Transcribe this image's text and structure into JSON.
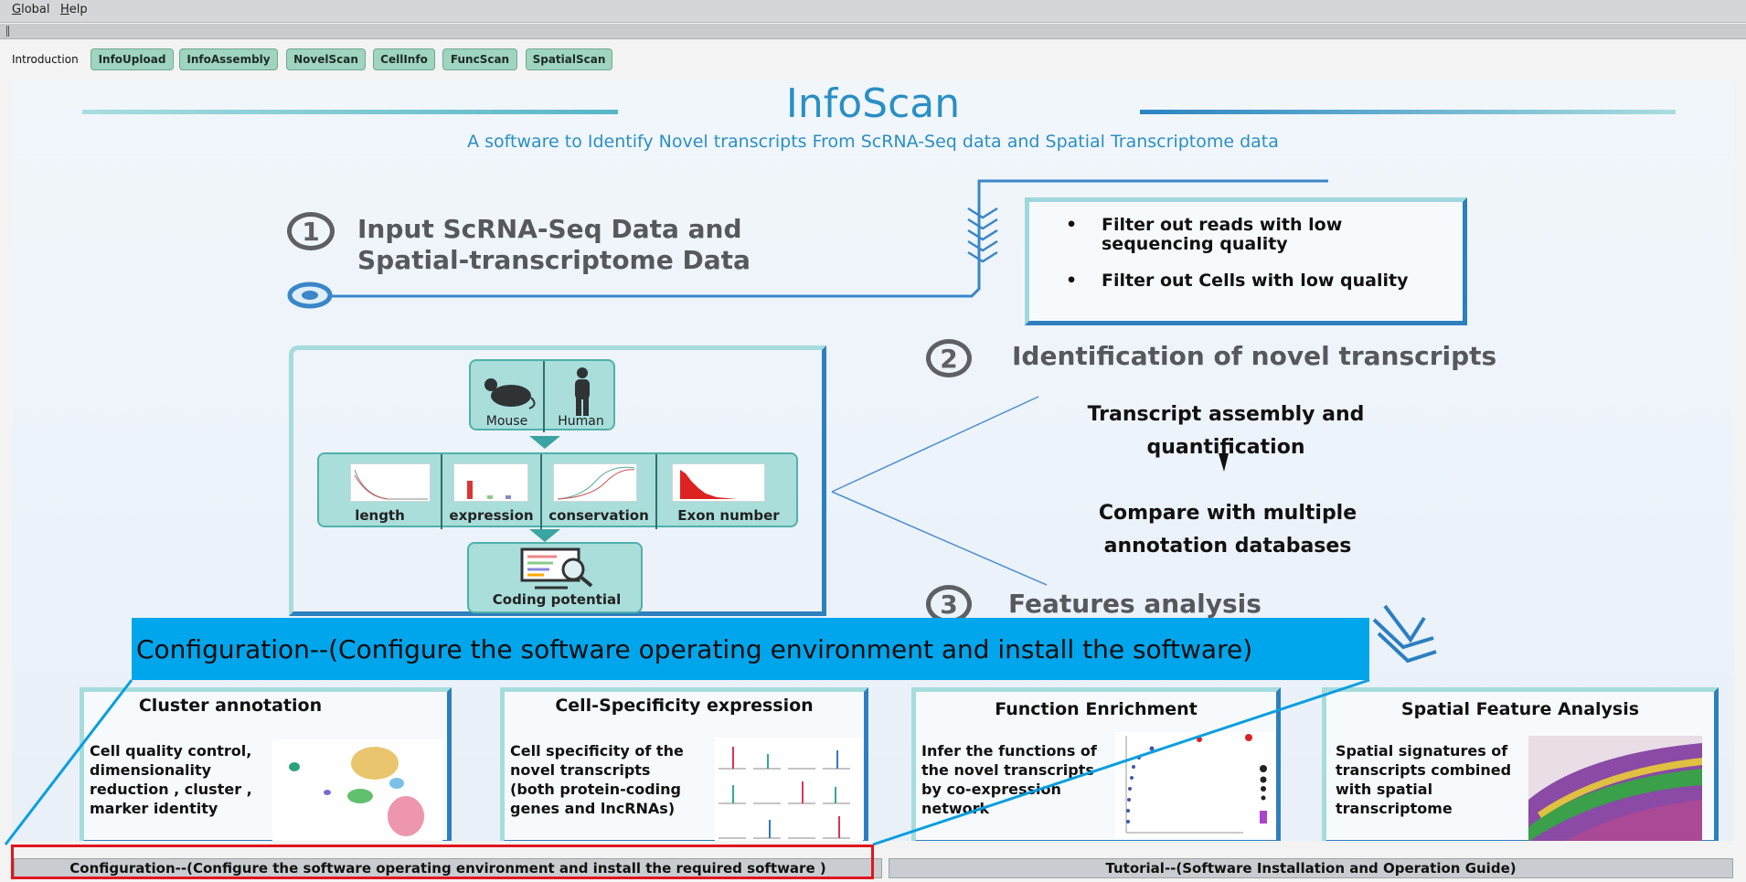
{
  "menubar": {
    "global_prefix": "G",
    "global_rest": "lobal",
    "help_prefix": "H",
    "help_rest": "elp"
  },
  "tabs": {
    "current": "Introduction",
    "items": [
      "InfoUpload",
      "InfoAssembly",
      "NovelScan",
      "CellInfo",
      "FuncScan",
      "SpatialScan"
    ]
  },
  "poster": {
    "title": "InfoScan",
    "subtitle": "A software to Identify Novel transcripts From ScRNA-Seq data and Spatial Transcriptome data",
    "step1": {
      "number": "1",
      "line1": "Input ScRNA-Seq Data and",
      "line2": "Spatial-transcriptome Data"
    },
    "filters": {
      "item1_line1": "Filter out reads with low",
      "item1_line2": "sequencing quality",
      "item2": "Filter out Cells with low quality",
      "bullet": "•"
    },
    "step2": {
      "number": "2",
      "title": "Identification of novel transcripts"
    },
    "step3": {
      "number": "3",
      "title": "Features analysis"
    },
    "pipeline": {
      "mouse": "Mouse",
      "human": "Human",
      "length": "length",
      "expression": "expression",
      "conservation": "conservation",
      "exon_number": "Exon number",
      "coding_potential": "Coding potential"
    },
    "assembly": {
      "line1": "Transcript assembly and",
      "line2": "quantification",
      "line3": "Compare with multiple",
      "line4": "annotation databases"
    },
    "cards": [
      {
        "title": "Cluster annotation",
        "desc": [
          "Cell quality control,",
          "dimensionality",
          "reduction , cluster ,",
          "marker identity"
        ]
      },
      {
        "title": "Cell-Specificity expression",
        "desc": [
          "Cell specificity of the",
          "novel transcripts",
          "(both protein-coding",
          "genes and lncRNAs)"
        ]
      },
      {
        "title": "Function Enrichment",
        "desc": [
          "Infer the functions of",
          "the novel transcripts",
          "by co-expression",
          "network"
        ]
      },
      {
        "title": "Spatial Feature Analysis",
        "desc": [
          "Spatial signatures of",
          "transcripts combined",
          "with spatial",
          "transcriptome"
        ]
      }
    ]
  },
  "tooltip": {
    "text": "Configuration--(Configure the software operating environment and install the software)"
  },
  "bottom": {
    "config_button": "Configuration--(Configure the software operating environment and install the required software )",
    "tutorial_button": "Tutorial--(Software Installation and Operation Guide)"
  },
  "colors": {
    "accent": "#2a8fc4",
    "tab_bg": "#9fd4c0",
    "banner": "#00a6ec",
    "highlight": "#e0161f"
  }
}
